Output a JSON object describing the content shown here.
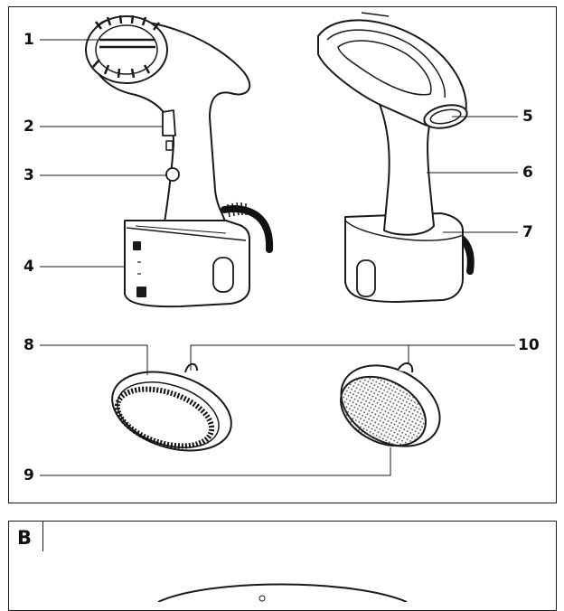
{
  "panel_a": {
    "callouts": [
      {
        "number": "1",
        "part": "steam-head"
      },
      {
        "number": "2",
        "part": "upper-button"
      },
      {
        "number": "3",
        "part": "lower-button"
      },
      {
        "number": "4",
        "part": "water-tank"
      },
      {
        "number": "5",
        "part": "steam-outlet"
      },
      {
        "number": "6",
        "part": "handle"
      },
      {
        "number": "7",
        "part": "power-cord"
      },
      {
        "number": "8",
        "part": "brush-attachment"
      },
      {
        "number": "9",
        "part": "attachment-base"
      },
      {
        "number": "10",
        "part": "attachment-clips"
      }
    ]
  },
  "panel_b": {
    "letter": "B"
  },
  "colors": {
    "line": "#1a1a1a",
    "fill": "#ffffff",
    "shade": "#d9d9d9",
    "cord": "#111111"
  }
}
